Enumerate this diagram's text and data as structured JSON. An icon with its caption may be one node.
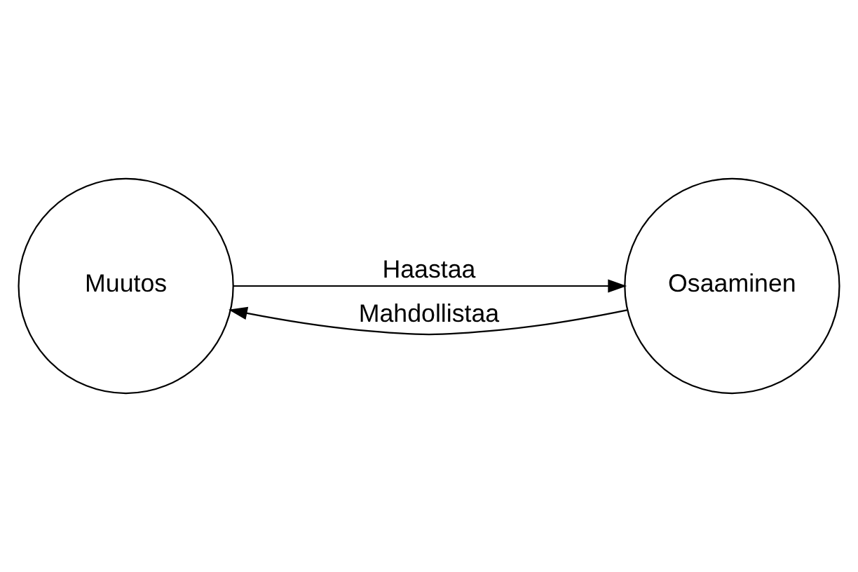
{
  "diagram": {
    "nodes": [
      {
        "text": [
          "Muutos"
        ]
      },
      {
        "text": [
          "Osaaminen"
        ]
      }
    ],
    "edges": [
      {
        "from": 0,
        "to": 1,
        "arrow": "to",
        "label": "Haastaa"
      },
      {
        "from": 1,
        "to": 0,
        "arrow": "to",
        "label": "Mahdollistaa"
      }
    ]
  }
}
